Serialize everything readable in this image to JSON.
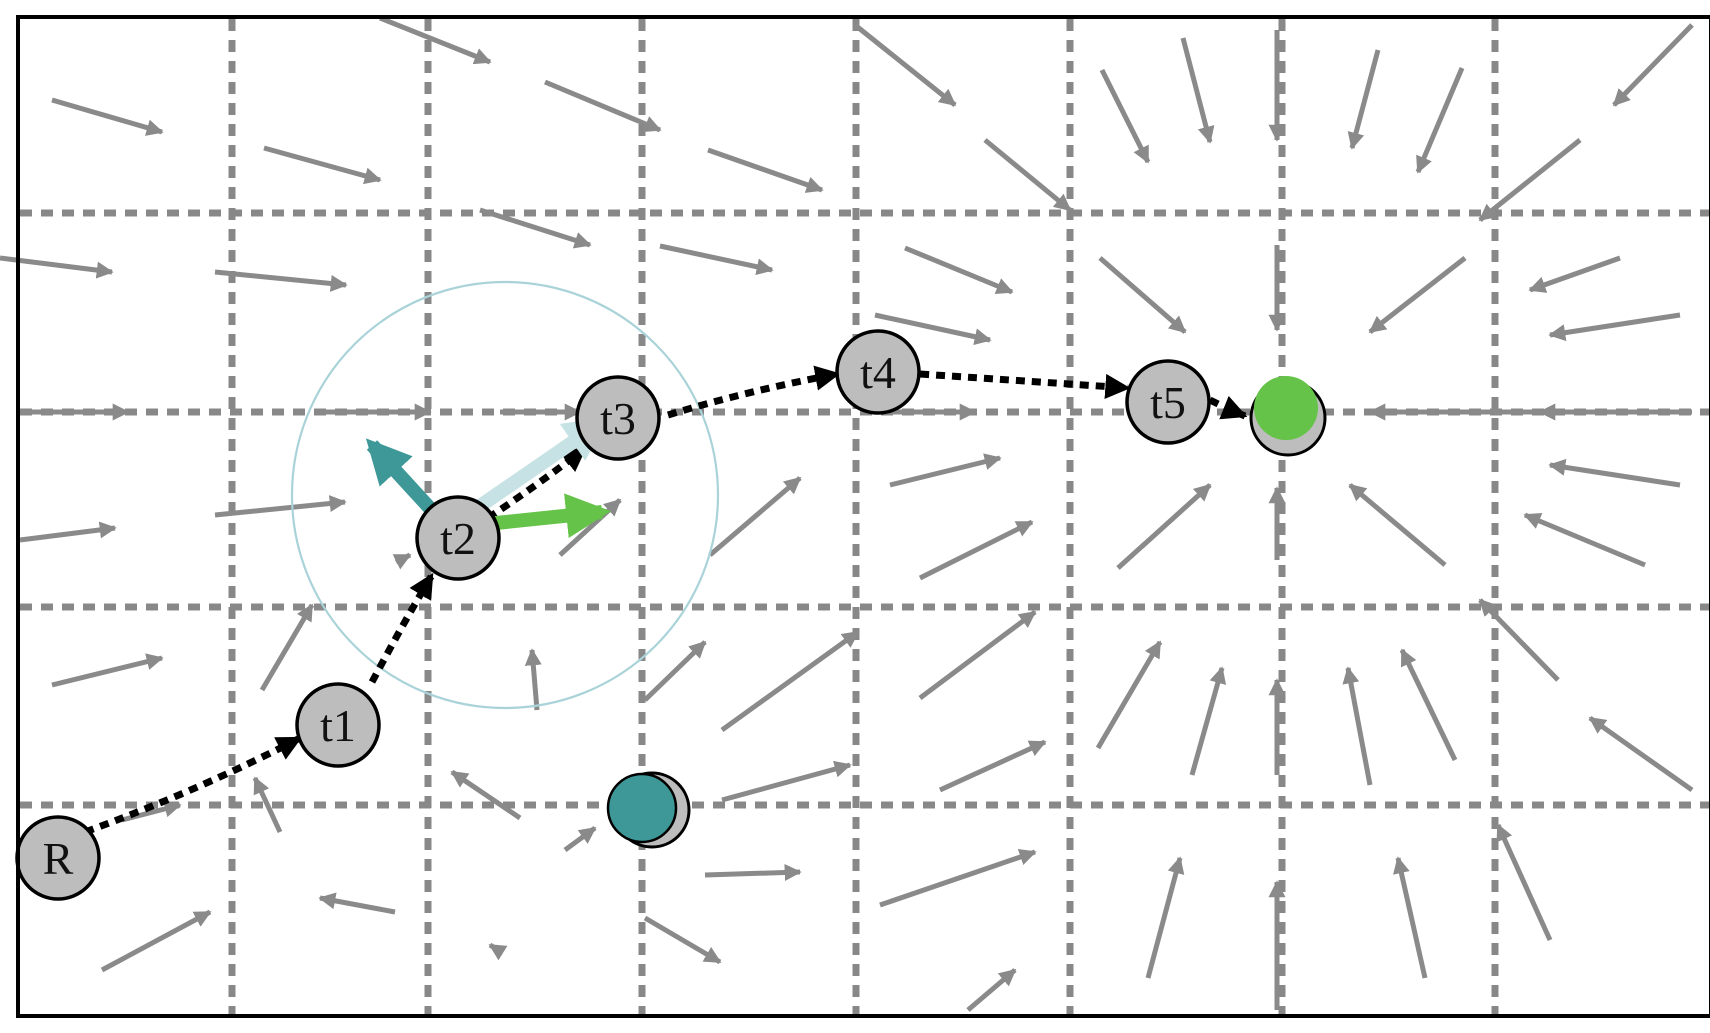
{
  "colors": {
    "grid": "#888888",
    "field_arrow": "#8a8a8a",
    "path": "#000000",
    "node_fill": "#bdbdbd",
    "obstacle": "#3e9898",
    "goal": "#66c34a",
    "attract_vector": "#66c34a",
    "repel_vector": "#3e9898",
    "result_vector": "#c6e2e4",
    "influence_circle": "#a9d3d8"
  },
  "nodes": [
    {
      "id": "R",
      "label": "R"
    },
    {
      "id": "t1",
      "label": "t1"
    },
    {
      "id": "t2",
      "label": "t2"
    },
    {
      "id": "t3",
      "label": "t3"
    },
    {
      "id": "t4",
      "label": "t4"
    },
    {
      "id": "t5",
      "label": "t5"
    }
  ],
  "markers": {
    "obstacle": {
      "icon": "obstacle-marker"
    },
    "goal": {
      "icon": "goal-marker"
    }
  }
}
